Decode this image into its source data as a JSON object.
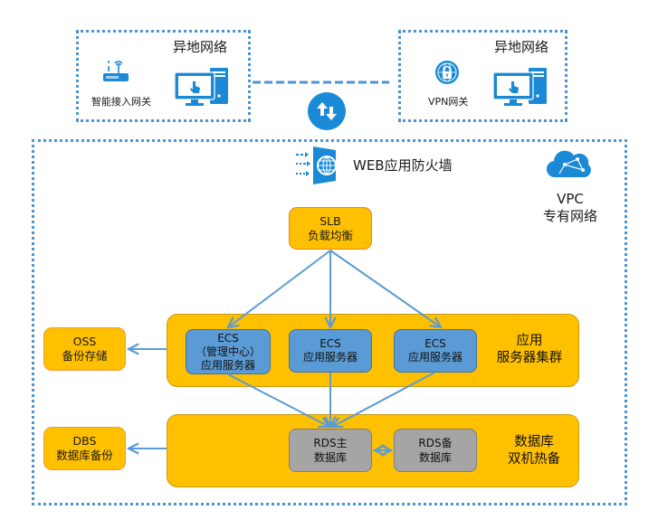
{
  "remote_left": {
    "title": "异地网络",
    "gateway_label": "智能接入网关",
    "gateway_icon": "router-icon",
    "computer_icon": "desktop-computer-icon"
  },
  "remote_right": {
    "title": "异地网络",
    "gateway_label": "VPN网关",
    "gateway_icon": "vpn-lock-globe-icon",
    "computer_icon": "desktop-computer-icon"
  },
  "link_icon": "bidirectional-arrows-icon",
  "vpc": {
    "title_line1": "VPC",
    "title_line2": "专有网络",
    "icon": "cloud-network-icon",
    "waf": {
      "label": "WEB应用防火墙",
      "icon": "firewall-globe-icon"
    },
    "slb": {
      "line1": "SLB",
      "line2": "负载均衡"
    },
    "app_cluster": {
      "title_line1": "应用",
      "title_line2": "服务器集群",
      "servers": [
        {
          "line1": "ECS",
          "line2": "（管理中心）",
          "line3": "应用服务器"
        },
        {
          "line1": "ECS",
          "line2": "应用服务器"
        },
        {
          "line1": "ECS",
          "line2": "应用服务器"
        }
      ]
    },
    "db_cluster": {
      "title_line1": "数据库",
      "title_line2": "双机热备",
      "primary": {
        "line1": "RDS主",
        "line2": "数据库"
      },
      "standby": {
        "line1": "RDS备",
        "line2": "数据库"
      }
    },
    "oss": {
      "line1": "OSS",
      "line2": "备份存储"
    },
    "dbs": {
      "line1": "DBS",
      "line2": "数据库备份"
    }
  },
  "colors": {
    "dotted_border": "#4f93d2",
    "icon_blue": "#1b8ad6",
    "orange": "#ffc000",
    "ecs_blue": "#5b9bd5",
    "rds_gray": "#a5a5a5",
    "arrow_blue": "#5b9bd5"
  }
}
